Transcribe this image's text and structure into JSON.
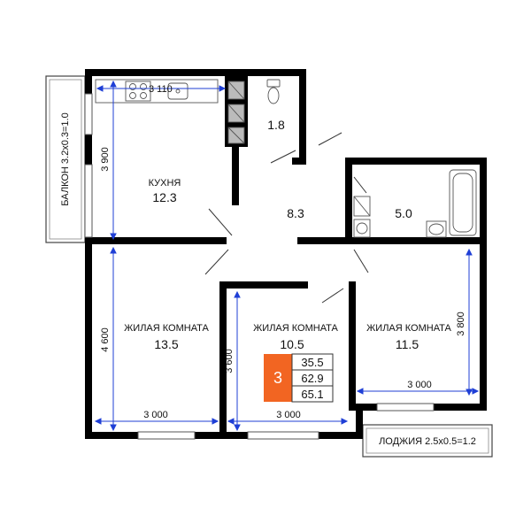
{
  "colors": {
    "wall": "#000000",
    "dimension": "#1f3fd6",
    "badge_accent": "#f26522"
  },
  "rooms": {
    "kitchen": {
      "name": "КУХНЯ",
      "area": "12.3"
    },
    "bathroom_small": {
      "area": "1.8"
    },
    "hall": {
      "area": "8.3"
    },
    "bathroom": {
      "area": "5.0"
    },
    "living_left": {
      "name": "ЖИЛАЯ КОМНАТА",
      "area": "13.5"
    },
    "living_middle": {
      "name": "ЖИЛАЯ КОМНАТА",
      "area": "10.5"
    },
    "living_right": {
      "name": "ЖИЛАЯ КОМНАТА",
      "area": "11.5"
    }
  },
  "dimensions": {
    "kitchen_width": "3 110",
    "kitchen_height": "3 900",
    "left_room_height": "4 600",
    "left_room_width": "3 000",
    "middle_room_height": "3 600",
    "middle_room_width": "3 000",
    "right_room_height": "3 800",
    "right_room_width": "3 000"
  },
  "balcony": {
    "label": "БАЛКОН 3.2x0.3=1.0"
  },
  "loggia": {
    "label": "ЛОДЖИЯ 2.5x0.5=1.2"
  },
  "badge": {
    "rooms": "3",
    "living_area": "35.5",
    "total_area": "62.9",
    "total_with_outdoor": "65.1"
  },
  "icons": [
    "stove-icon",
    "sink-icon",
    "toilet-icon",
    "bathtub-icon",
    "washbasin-icon",
    "washing-machine-icon",
    "door-swing-icon"
  ]
}
